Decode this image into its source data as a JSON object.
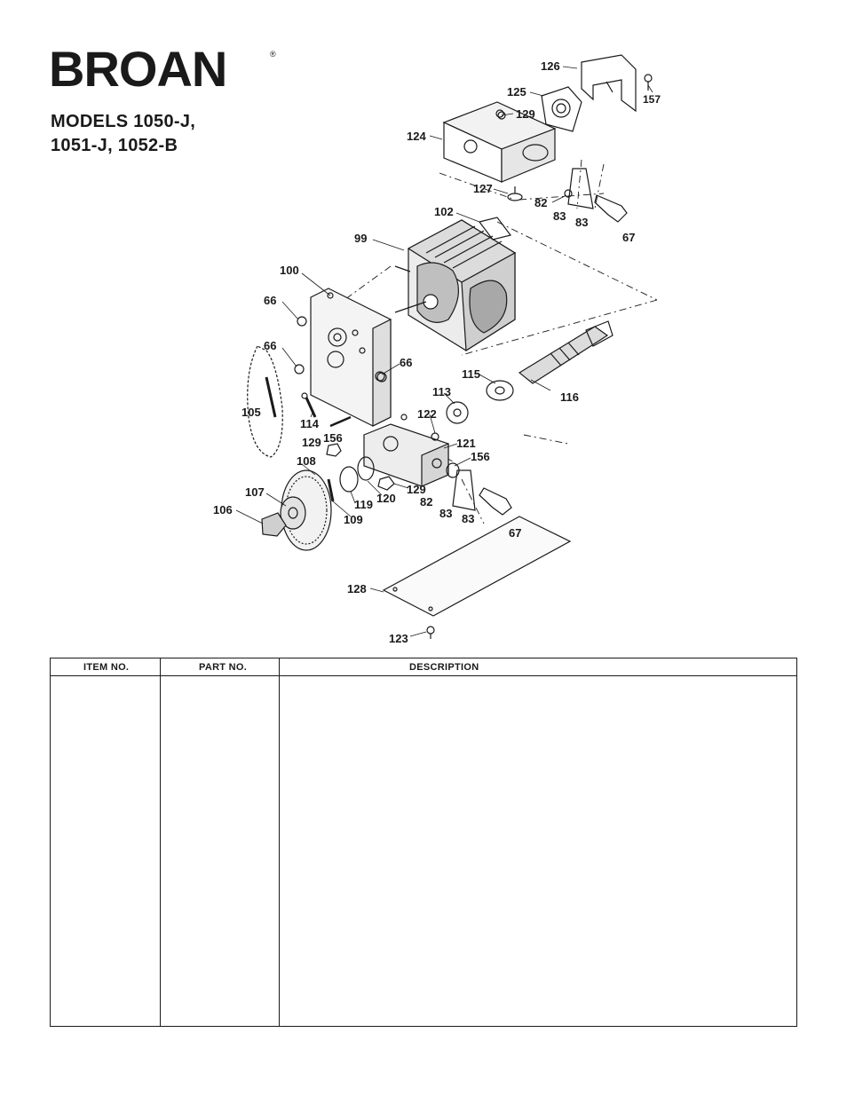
{
  "header": {
    "brand": "BROAN",
    "registered_mark": "®",
    "models_line1": "MODELS 1050-J,",
    "models_line2": "1051-J, 1052-B"
  },
  "diagram": {
    "callouts": {
      "c126": "126",
      "c157": "157",
      "c125": "125",
      "c129a": "129",
      "c124": "124",
      "c127": "127",
      "c82a": "82",
      "c83a": "83",
      "c83b": "83",
      "c67a": "67",
      "c102": "102",
      "c99": "99",
      "c100": "100",
      "c66a": "66",
      "c66b": "66",
      "c66c": "66",
      "c115": "115",
      "c116": "116",
      "c113": "113",
      "c105": "105",
      "c114": "114",
      "c122": "122",
      "c129b": "129",
      "c156a": "156",
      "c121": "121",
      "c156b": "156",
      "c108": "108",
      "c107": "107",
      "c119": "119",
      "c120": "120",
      "c129c": "129",
      "c82b": "82",
      "c106": "106",
      "c109": "109",
      "c83c": "83",
      "c83d": "83",
      "c67b": "67",
      "c128": "128",
      "c123": "123"
    }
  },
  "table": {
    "columns": [
      "ITEM NO.",
      "PART NO.",
      "DESCRIPTION"
    ]
  }
}
